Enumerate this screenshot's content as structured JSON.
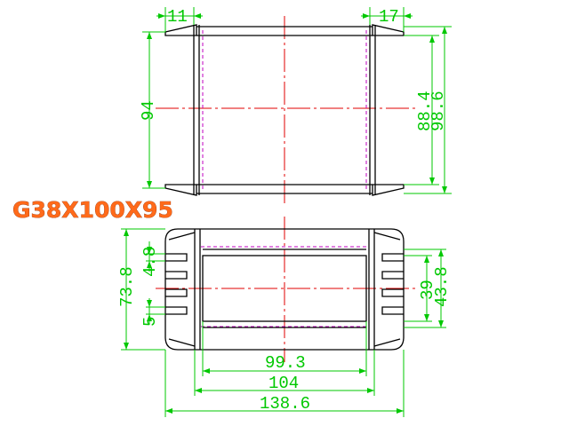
{
  "title": "G38X100X95",
  "colors": {
    "outline": "#000000",
    "dimension": "#00c800",
    "centerline": "#e00000",
    "hidden": "#c000c0",
    "title": "#ff6a1a"
  },
  "top_view": {
    "dim_left_width": "11",
    "dim_right_width": "17",
    "dim_overall_height": "94",
    "dim_inner_height": "88.4",
    "dim_outer_height": "98.6"
  },
  "bottom_view": {
    "dim_overall_height": "73.8",
    "dim_fin_gap_top": "4.8",
    "dim_fin_gap_bottom": "5",
    "dim_window_height": "39",
    "dim_window_outer": "43.8",
    "dim_inner_width": "99.3",
    "dim_mid_width": "104",
    "dim_overall_width": "138.6"
  }
}
